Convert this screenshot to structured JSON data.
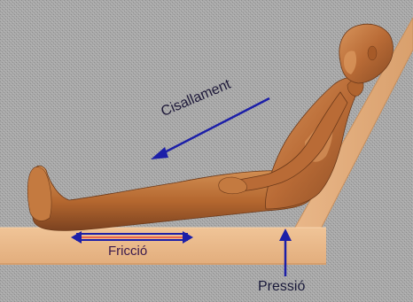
{
  "labels": {
    "shear": "Cisallament",
    "friction": "Fricció",
    "pressure": "Pressió"
  },
  "colors": {
    "background": "#a8a8a8",
    "pattern": "#9a9a9a",
    "surface": "#e9b789",
    "surface_edge": "#c88f5c",
    "skin_light": "#d48f57",
    "skin_mid": "#b86b35",
    "skin_dark": "#7a4320",
    "arrow": "#1c1fa8",
    "friction_line": "#e8473a",
    "text": "#1f1a3a"
  },
  "icons": {
    "figure": "reclining-human-figure",
    "shear_arrow": "diagonal-arrow-icon",
    "friction_arrow": "double-arrow-icon",
    "pressure_arrow": "up-arrow-icon"
  }
}
